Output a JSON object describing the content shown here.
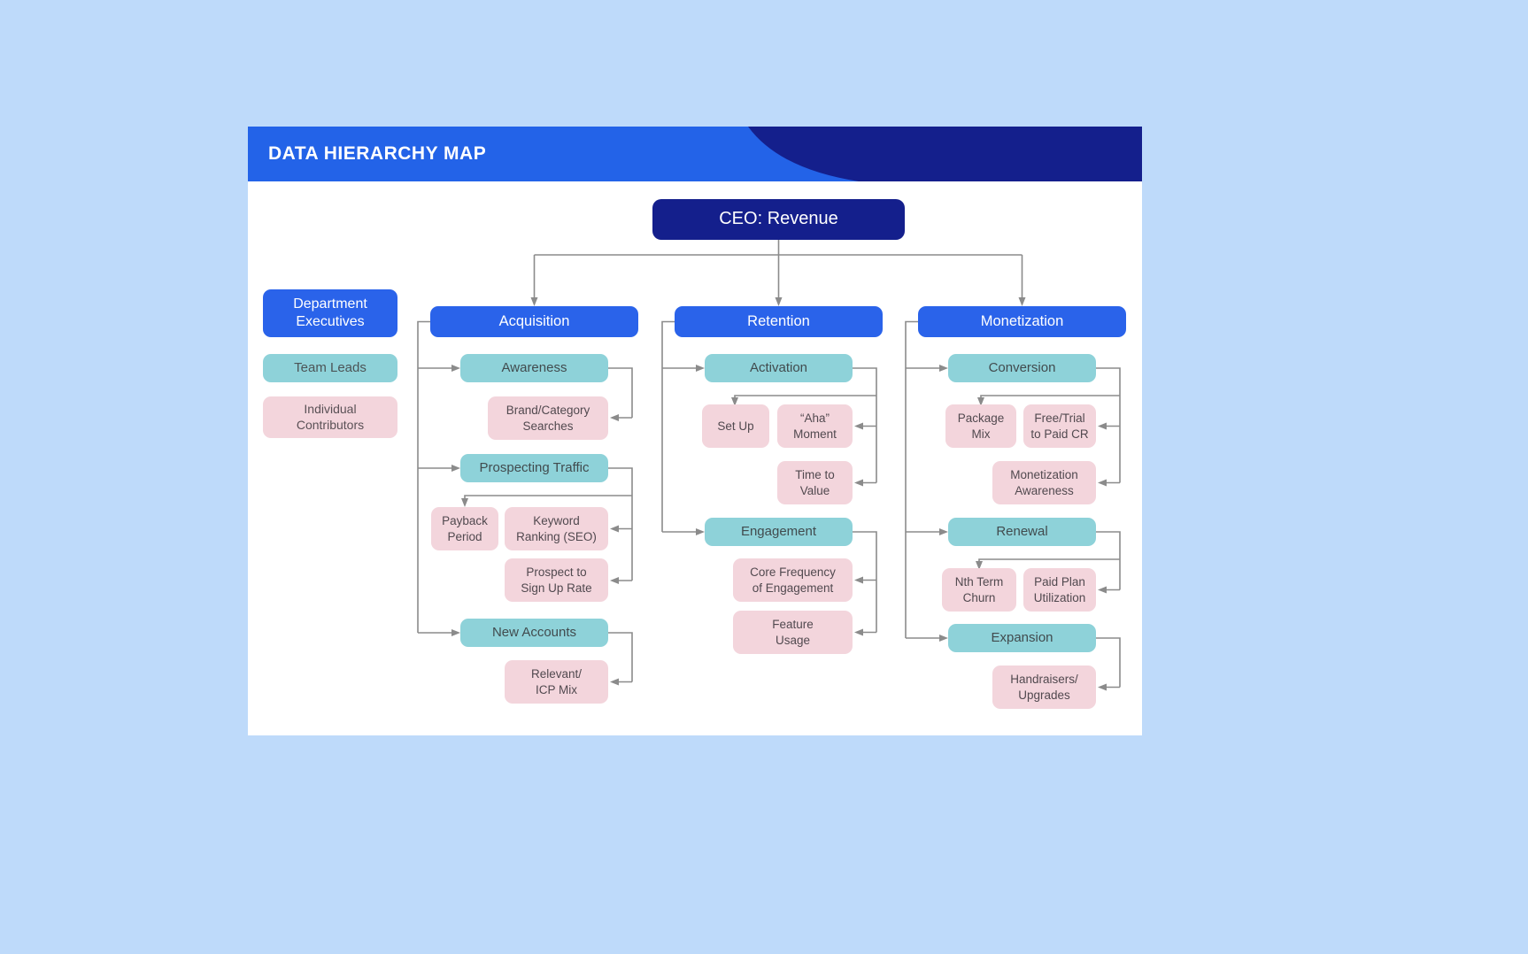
{
  "header": {
    "title": "DATA HIERARCHY MAP"
  },
  "root": {
    "label": "CEO: Revenue"
  },
  "legend": {
    "department_executives": "Department\nExecutives",
    "team_leads": "Team Leads",
    "individual_contributors": "Individual\nContributors"
  },
  "acquisition": {
    "label": "Acquisition",
    "awareness": "Awareness",
    "brand_category_searches": "Brand/Category\nSearches",
    "prospecting_traffic": "Prospecting Traffic",
    "payback_period": "Payback\nPeriod",
    "keyword_ranking_seo": "Keyword\nRanking (SEO)",
    "prospect_to_sign_up_rate": "Prospect to\nSign Up Rate",
    "new_accounts": "New Accounts",
    "relevant_icp_mix": "Relevant/\nICP Mix"
  },
  "retention": {
    "label": "Retention",
    "activation": "Activation",
    "set_up": "Set Up",
    "aha_moment": "“Aha”\nMoment",
    "time_to_value": "Time to\nValue",
    "engagement": "Engagement",
    "core_frequency_of_engagement": "Core Frequency\nof Engagement",
    "feature_usage": "Feature\nUsage"
  },
  "monetization": {
    "label": "Monetization",
    "conversion": "Conversion",
    "package_mix": "Package\nMix",
    "free_trial_to_paid_cr": "Free/Trial\nto Paid CR",
    "monetization_awareness": "Monetization\nAwareness",
    "renewal": "Renewal",
    "nth_term_churn": "Nth Term\nChurn",
    "paid_plan_utilization": "Paid Plan\nUtilization",
    "expansion": "Expansion",
    "handraisers_upgrades": "Handraisers/\nUpgrades"
  },
  "colors": {
    "background": "#bedafa",
    "card": "#ffffff",
    "header_blue": "#2363e8",
    "header_navy": "#141f8c",
    "branch_blue": "#2a63ea",
    "team_lead_teal": "#8ed2d9",
    "contributor_pink": "#f3d5dc",
    "connector_gray": "#8b8b8b"
  }
}
